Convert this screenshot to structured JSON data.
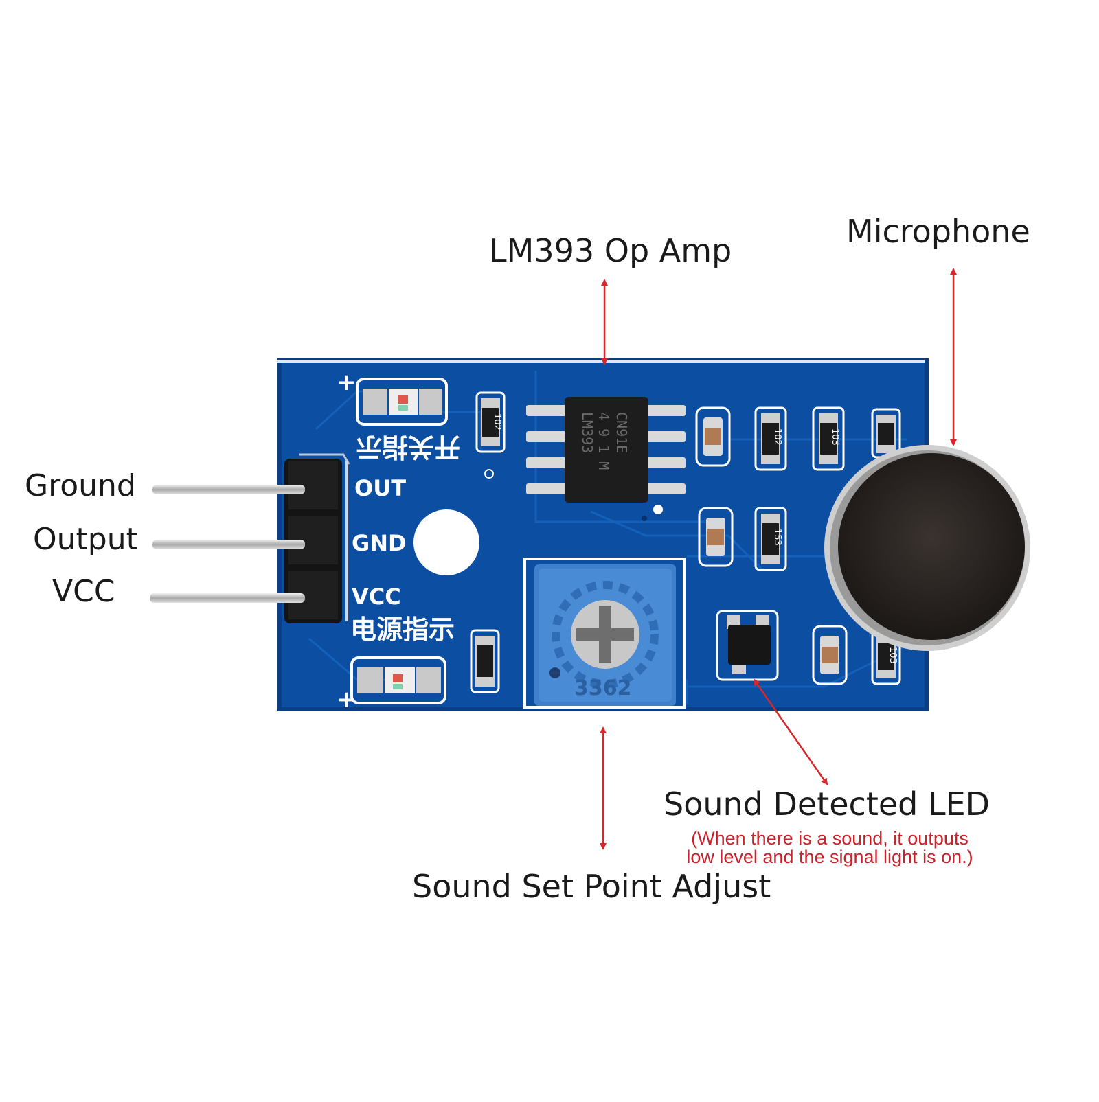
{
  "labels": {
    "op_amp": "LM393 Op Amp",
    "microphone": "Microphone",
    "ground": "Ground",
    "output": "Output",
    "vcc": "VCC",
    "set_point": "Sound Set Point Adjust",
    "led": "Sound Detected LED",
    "led_note_line1": "(When there is a sound, it outputs",
    "led_note_line2": "low level and the signal light is on.)"
  },
  "board_silkscreen": {
    "pin_out": "OUT",
    "pin_gnd": "GND",
    "pin_vcc": "VCC",
    "switch_indicator": "开关指示",
    "power_indicator": "电源指示",
    "pot_code": "3362",
    "plus_sign": "+",
    "ic_marking_1": "LM393",
    "ic_marking_2": "4 9 1 M",
    "ic_marking_3": "CN91E",
    "resistor_102": "102",
    "resistor_103": "103",
    "resistor_153": "153"
  },
  "colors": {
    "pcb": "#0c4ea1",
    "pcb_dark": "#0a3f86",
    "arrow": "#d9262a",
    "note": "#c8232a",
    "pot": "#3f7fcb",
    "mic": "#2b2624"
  }
}
